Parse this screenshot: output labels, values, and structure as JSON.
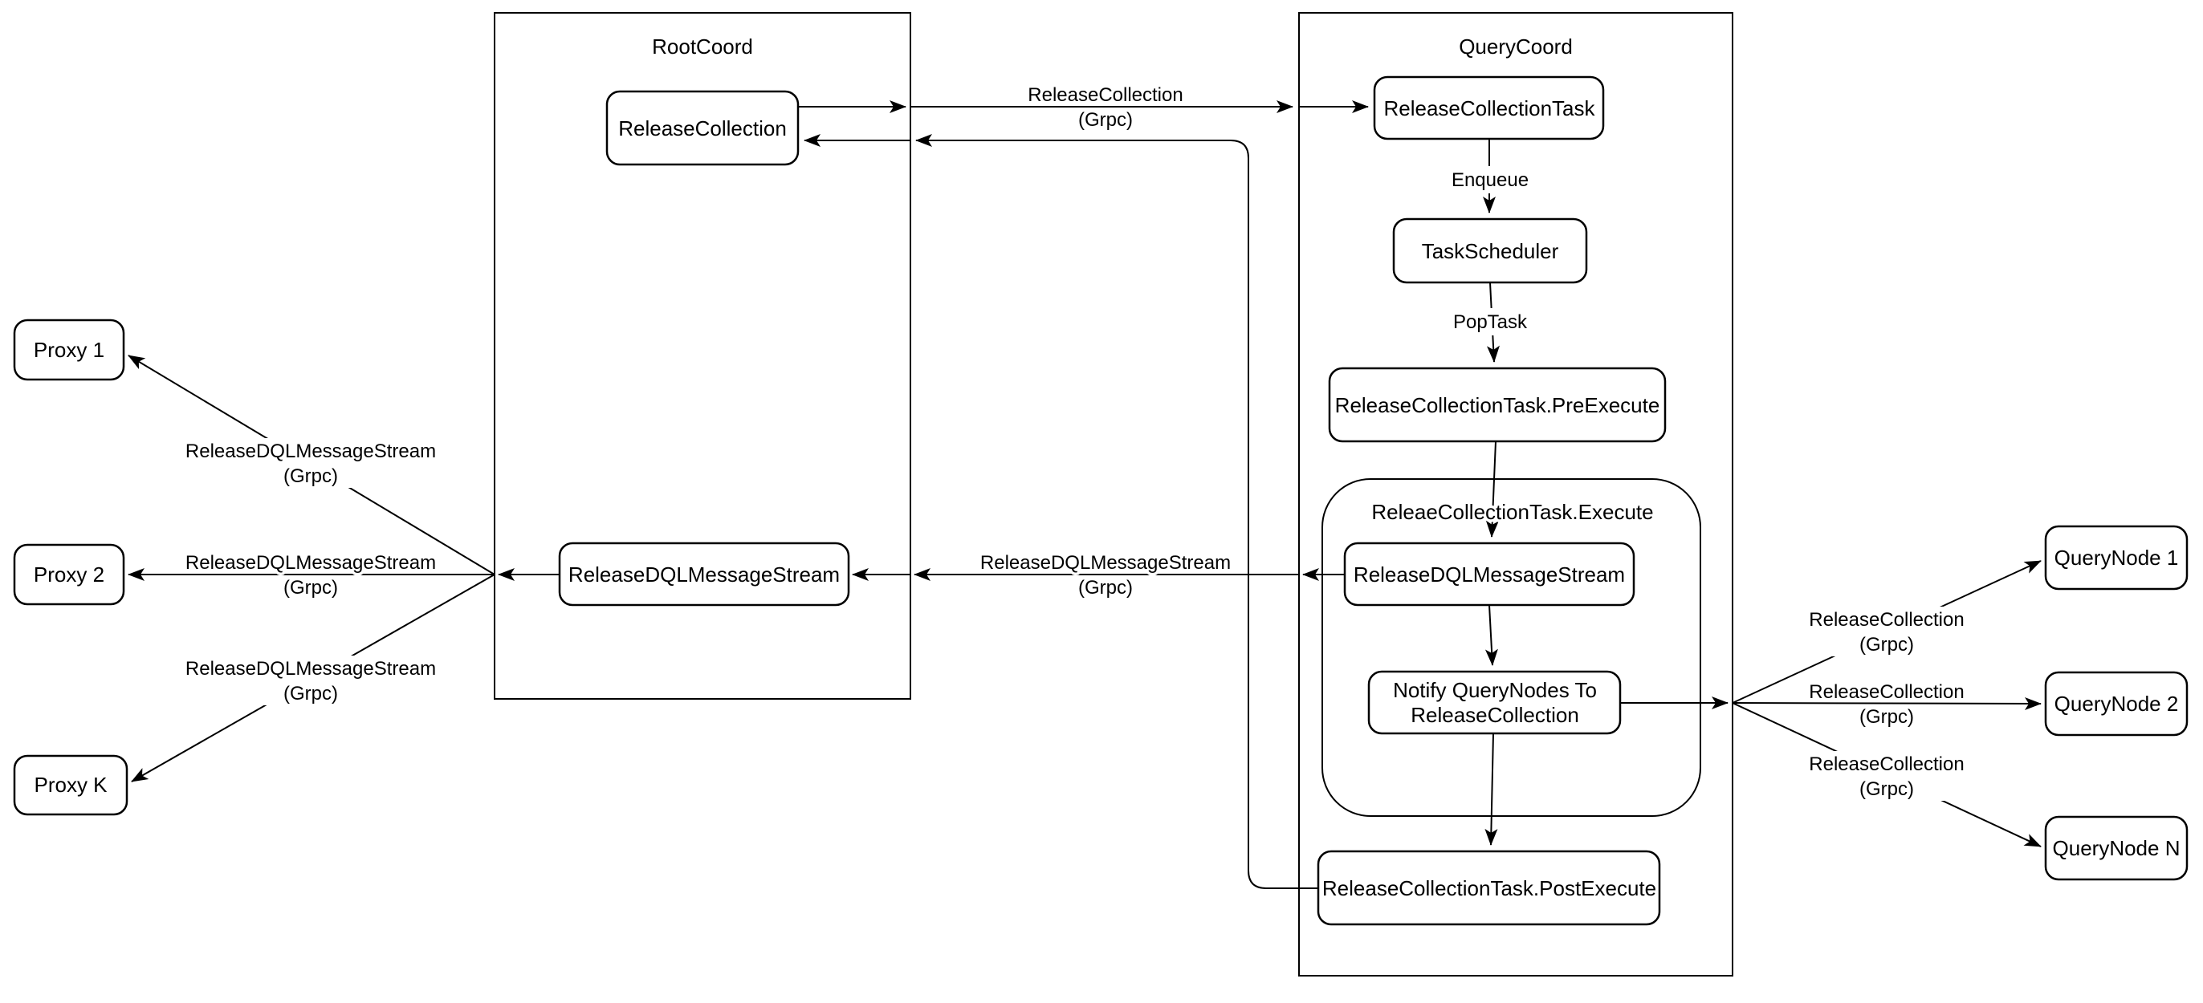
{
  "diagram": {
    "background": "#ffffff",
    "stroke_color": "#000000",
    "containers": {
      "rootcoord": {
        "title": "RootCoord"
      },
      "querycoord": {
        "title": "QueryCoord"
      },
      "execute_group": {
        "title": "ReleaeCollectionTask.Execute"
      }
    },
    "nodes": {
      "release_collection": {
        "label": "ReleaseCollection"
      },
      "rootcoord_dql_stream": {
        "label": "ReleaseDQLMessageStream"
      },
      "release_collection_task": {
        "label": "ReleaseCollectionTask"
      },
      "task_scheduler": {
        "label": "TaskScheduler"
      },
      "pre_execute": {
        "label": "ReleaseCollectionTask.PreExecute"
      },
      "execute_dql_stream": {
        "label": "ReleaseDQLMessageStream"
      },
      "notify_querynodes": {
        "line1": "Notify QueryNodes To",
        "line2": "ReleaseCollection"
      },
      "post_execute": {
        "label": "ReleaseCollectionTask.PostExecute"
      },
      "proxy_1": {
        "label": "Proxy 1"
      },
      "proxy_2": {
        "label": "Proxy 2"
      },
      "proxy_k": {
        "label": "Proxy K"
      },
      "querynode_1": {
        "label": "QueryNode 1"
      },
      "querynode_2": {
        "label": "QueryNode 2"
      },
      "querynode_n": {
        "label": "QueryNode N"
      }
    },
    "edge_labels": {
      "enqueue": {
        "text": "Enqueue"
      },
      "pop_task": {
        "text": "PopTask"
      },
      "release_collection_grpc": {
        "line1": "ReleaseCollection",
        "line2": "(Grpc)"
      },
      "dql_stream_grpc_mid": {
        "line1": "ReleaseDQLMessageStream",
        "line2": "(Grpc)"
      },
      "dql_stream_grpc_proxy1": {
        "line1": "ReleaseDQLMessageStream",
        "line2": "(Grpc)"
      },
      "dql_stream_grpc_proxy2": {
        "line1": "ReleaseDQLMessageStream",
        "line2": "(Grpc)"
      },
      "dql_stream_grpc_proxyk": {
        "line1": "ReleaseDQLMessageStream",
        "line2": "(Grpc)"
      },
      "release_collection_grpc_qn1": {
        "line1": "ReleaseCollection",
        "line2": "(Grpc)"
      },
      "release_collection_grpc_qn2": {
        "line1": "ReleaseCollection",
        "line2": "(Grpc)"
      },
      "release_collection_grpc_qnn": {
        "line1": "ReleaseCollection",
        "line2": "(Grpc)"
      }
    }
  }
}
